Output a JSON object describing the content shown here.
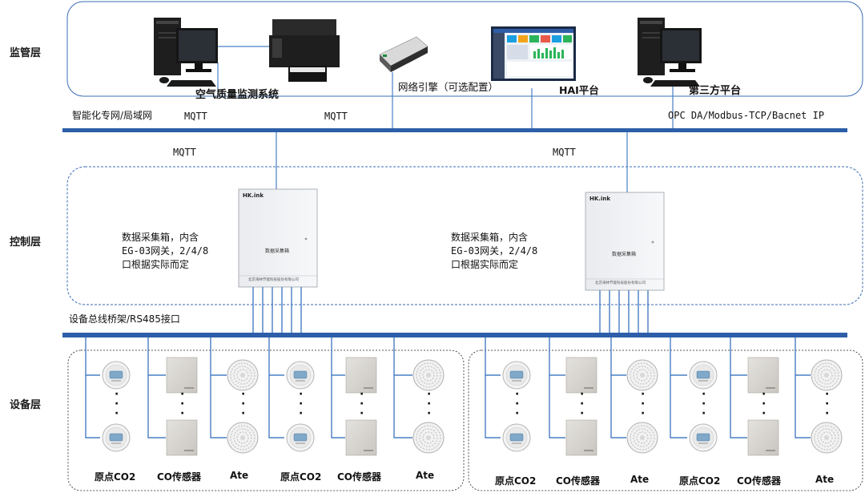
{
  "layers": {
    "monitor": "监管层",
    "control": "控制层",
    "device": "设备层"
  },
  "top": {
    "air_system": "空气质量监测系统",
    "gateway": "网络引擎（可选配置）",
    "hai": "HAI平台",
    "third": "第三方平台",
    "network": "智能化专网/局域网",
    "mqtt1": "MQTT",
    "mqtt2": "MQTT",
    "protocols": "OPC DA/Modbus-TCP/Bacnet IP"
  },
  "control": {
    "mqtt_left": "MQTT",
    "mqtt_right": "MQTT",
    "box_desc_left": "数据采集箱，内含\nEG-03网关，2/4/8\n口根据实际而定",
    "box_desc_right": "数据采集箱，内含\nEG-03网关，2/4/8\n口根据实际而定",
    "box_brand": "HK.ink",
    "box_name": "数据采集箱",
    "box_company": "北京海林节能科技股份有限公司",
    "bus": "设备总线桥架/RS485接口"
  },
  "devices": {
    "co2": "原点CO2",
    "co": "CO传感器",
    "ate": "Ate",
    "dots": "·"
  },
  "colors": {
    "bus": "#2d5ea8",
    "wire": "#4a7ec4",
    "border": "#3a6cb4"
  }
}
